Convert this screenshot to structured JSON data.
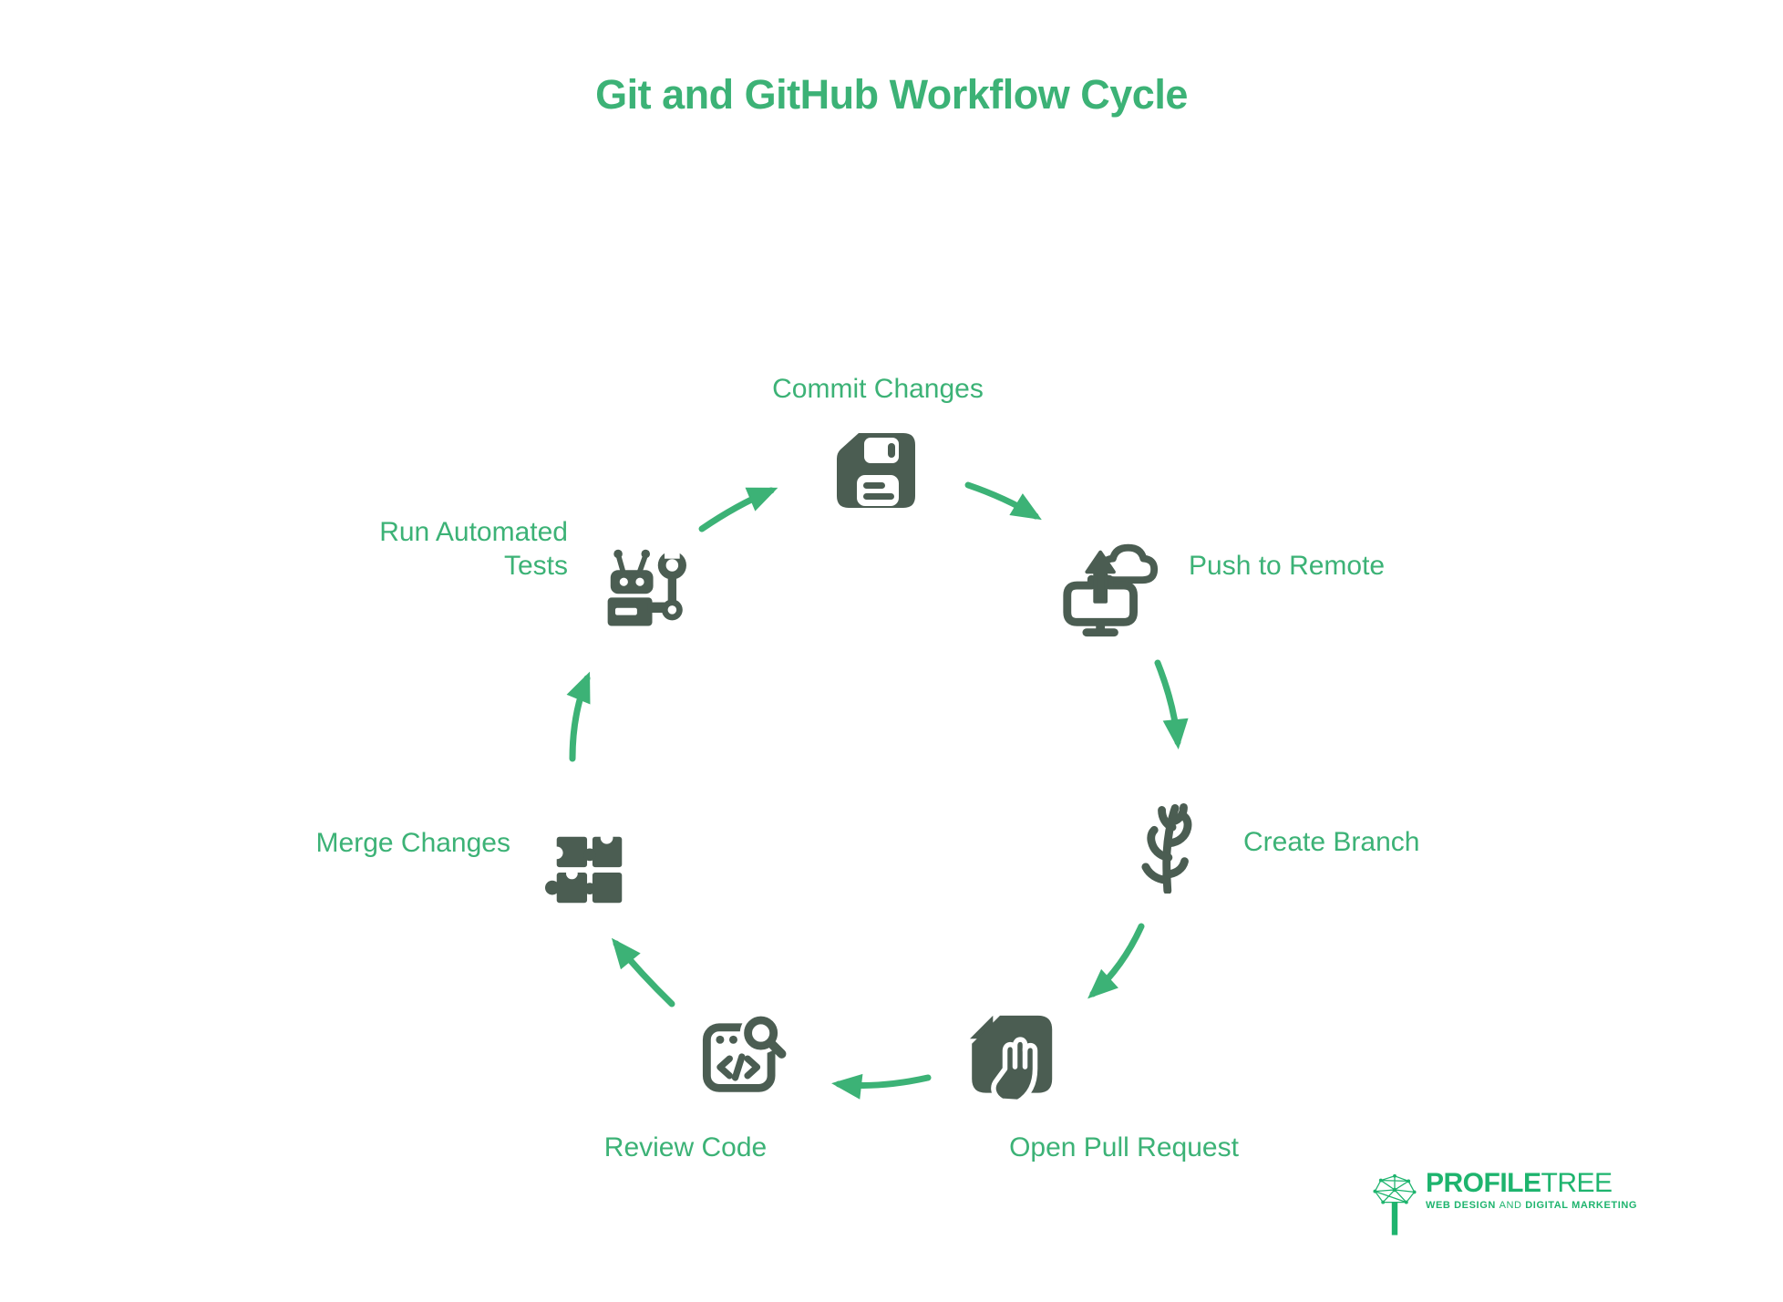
{
  "title": "Git and GitHub Workflow Cycle",
  "steps": [
    {
      "label": "Commit Changes"
    },
    {
      "label": "Push to Remote"
    },
    {
      "label": "Create Branch"
    },
    {
      "label": "Open Pull Request"
    },
    {
      "label": "Review Code"
    },
    {
      "label": "Merge Changes"
    },
    {
      "label": "Run Automated Tests"
    }
  ],
  "colors": {
    "accent_green": "#3cb276",
    "icon_dark_green": "#4b5d52",
    "logo_green": "#1eb46e"
  },
  "logo": {
    "brand_bold": "PROFILE",
    "brand_light": "TREE",
    "tagline_lead": "WEB DESIGN ",
    "tagline_and": "AND",
    "tagline_tail": " DIGITAL MARKETING"
  }
}
